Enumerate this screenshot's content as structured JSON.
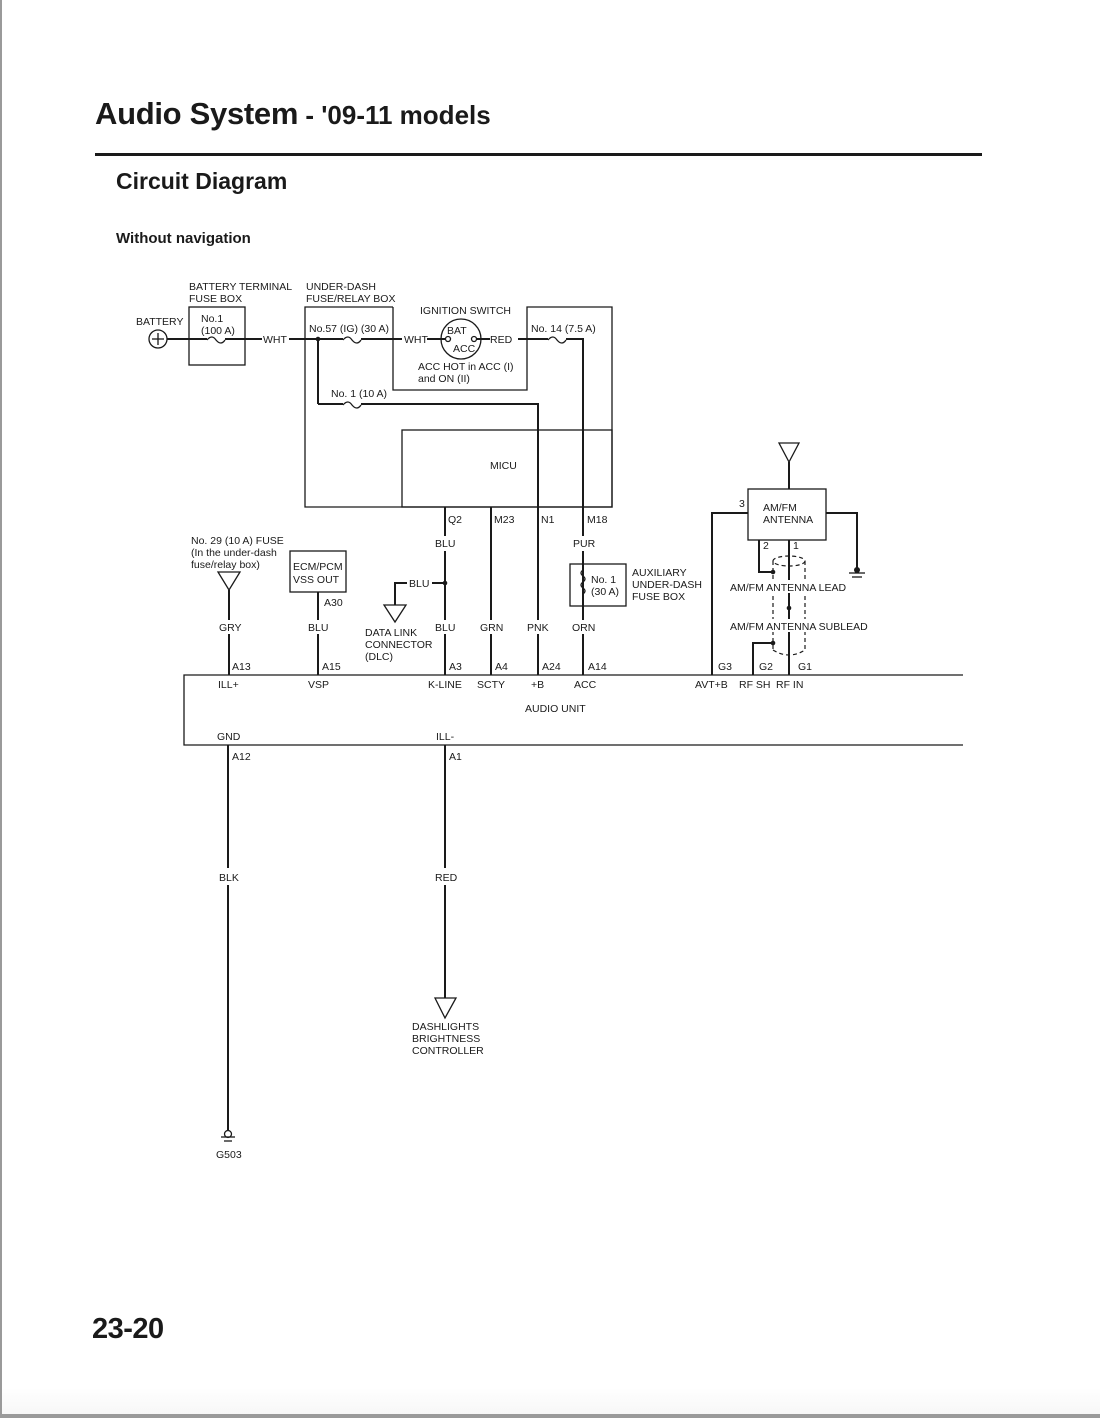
{
  "header": {
    "title_main": "Audio System",
    "title_sub": " - '09-11 models",
    "section_title": "Circuit Diagram",
    "subsection_title": "Without navigation",
    "page_number": "23-20"
  },
  "diagram": {
    "battery": {
      "label": "BATTERY",
      "symbol": "+"
    },
    "battery_terminal_fuse_box": {
      "label_line1": "BATTERY TERMINAL",
      "label_line2": "FUSE BOX",
      "fuse_line1": "No.1",
      "fuse_line2": "(100 A)"
    },
    "under_dash_box": {
      "label_line1": "UNDER-DASH",
      "label_line2": "FUSE/RELAY BOX",
      "fuse_57": "No.57 (IG) (30 A)",
      "fuse_1": "No. 1 (10 A)",
      "fuse_14": "No. 14 (7.5 A)"
    },
    "ignition_switch": {
      "label": "IGNITION SWITCH",
      "bat": "BAT",
      "acc": "ACC",
      "note_line1": "ACC HOT in ACC (I)",
      "note_line2": "and ON (II)"
    },
    "micu": {
      "label": "MICU"
    },
    "wires": {
      "wht_1": "WHT",
      "wht_2": "WHT",
      "red_ign": "RED",
      "blu_q2": "BLU",
      "blu_dlc": "BLU",
      "blu_a3": "BLU",
      "grn": "GRN",
      "pnk": "PNK",
      "pur": "PUR",
      "orn": "ORN",
      "gry": "GRY",
      "blu_vss": "BLU",
      "blk": "BLK",
      "red_ill": "RED"
    },
    "micu_pins": {
      "q2": "Q2",
      "m23": "M23",
      "n1": "N1",
      "m18": "M18"
    },
    "fuse_29": {
      "line1": "No. 29 (10 A) FUSE",
      "line2": "(In the under-dash",
      "line3": "fuse/relay box)"
    },
    "ecm_pcm": {
      "line1": "ECM/PCM",
      "line2": "VSS OUT",
      "pin": "A30"
    },
    "dlc": {
      "line1": "DATA LINK",
      "line2": "CONNECTOR",
      "line3": "(DLC)"
    },
    "aux_fuse_box": {
      "fuse_line1": "No. 1",
      "fuse_line2": "(30 A)",
      "label_line1": "AUXILIARY",
      "label_line2": "UNDER-DASH",
      "label_line3": "FUSE BOX"
    },
    "antenna": {
      "label_line1": "AM/FM",
      "label_line2": "ANTENNA",
      "pin3": "3",
      "pin2": "2",
      "pin1": "1",
      "lead": "AM/FM ANTENNA LEAD",
      "sublead": "AM/FM ANTENNA SUBLEAD"
    },
    "audio_unit": {
      "label": "AUDIO UNIT",
      "top_pins": [
        {
          "pin": "A13",
          "signal": "ILL+"
        },
        {
          "pin": "A15",
          "signal": "VSP"
        },
        {
          "pin": "A3",
          "signal": "K-LINE"
        },
        {
          "pin": "A4",
          "signal": "SCTY"
        },
        {
          "pin": "A24",
          "signal": "+B"
        },
        {
          "pin": "A14",
          "signal": "ACC"
        },
        {
          "pin": "G3",
          "signal": "AVT+B"
        },
        {
          "pin": "G2",
          "signal": "RF SH"
        },
        {
          "pin": "G1",
          "signal": "RF IN"
        }
      ],
      "bottom_pins": [
        {
          "pin": "A12",
          "signal": "GND"
        },
        {
          "pin": "A1",
          "signal": "ILL-"
        }
      ]
    },
    "ground": {
      "label": "G503"
    },
    "dashlights": {
      "line1": "DASHLIGHTS",
      "line2": "BRIGHTNESS",
      "line3": "CONTROLLER"
    }
  }
}
